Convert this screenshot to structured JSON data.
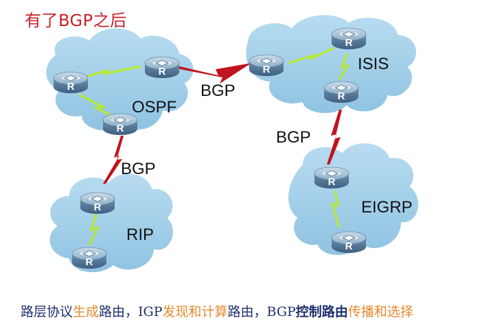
{
  "title": "有了BGP之后",
  "colors": {
    "title": "#c8202a",
    "cloud_fill": "#9ccbe6",
    "cloud_stroke": "#ffffff",
    "router_body": "#5b7fa0",
    "router_top": "#a8c4d8",
    "intra_link": "#b6e83c",
    "bgp_link": "#c0141e",
    "caption_navy": "#1e2f6e",
    "caption_orange": "#e88a2e"
  },
  "router_label": "R",
  "domains": {
    "ospf": "OSPF",
    "isis": "ISIS",
    "rip": "RIP",
    "eigrp": "EIGRP"
  },
  "bgp_labels": {
    "ospf_isis": "BGP",
    "ospf_rip": "BGP",
    "isis_eigrp": "BGP"
  },
  "caption": {
    "seg1": "路层协议",
    "seg2": "生成",
    "seg3": "路由，IGP",
    "seg4": "发现和计算",
    "seg5": "路由，BGP",
    "seg6": "控制路由",
    "seg7": "传播和选择"
  }
}
